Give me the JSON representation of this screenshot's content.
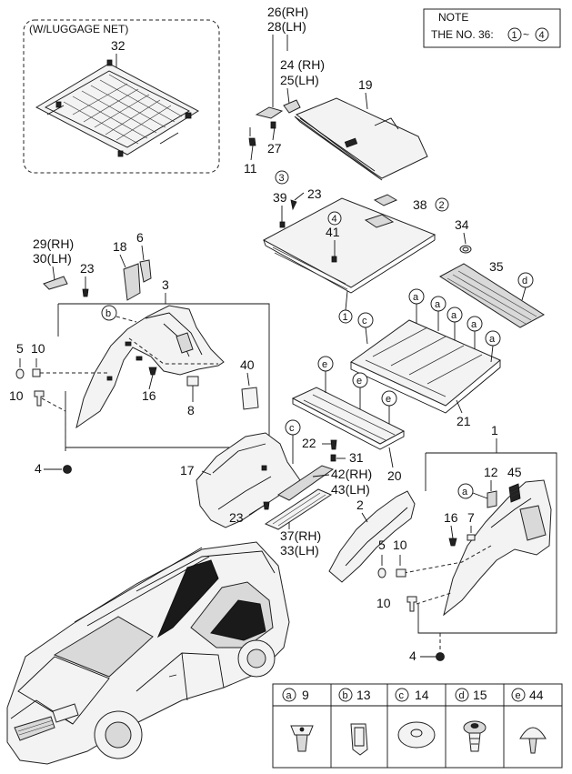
{
  "note": {
    "title": "NOTE",
    "text": "THE NO. 36:",
    "range_start": "1",
    "range_sep": "~",
    "range_end": "4"
  },
  "inset": {
    "label": "(W/LUGGAGE NET)"
  },
  "labels": {
    "p32": "32",
    "p26": "26(RH)",
    "p28": "28(LH)",
    "p24": "24 (RH)",
    "p25": "25(LH)",
    "p19": "19",
    "p27": "27",
    "p11": "11",
    "p39": "39",
    "p23a": "23",
    "p38": "38",
    "p41": "41",
    "p34": "34",
    "p35": "35",
    "p29": "29(RH)",
    "p30": "30(LH)",
    "p23b": "23",
    "p18": "18",
    "p6": "6",
    "p3": "3",
    "p5a": "5",
    "p10a": "10",
    "p10b": "10",
    "p16a": "16",
    "p8": "8",
    "p40": "40",
    "p4a": "4",
    "p21": "21",
    "p22": "22",
    "p31": "31",
    "p20": "20",
    "p17": "17",
    "p42": "42(RH)",
    "p43": "43(LH)",
    "p23c": "23",
    "p37": "37(RH)",
    "p33": "33(LH)",
    "p2": "2",
    "p1": "1",
    "p12": "12",
    "p45": "45",
    "p16b": "16",
    "p7": "7",
    "p5b": "5",
    "p10c": "10",
    "p10d": "10",
    "p4b": "4"
  },
  "callouts": {
    "c3": "3",
    "c2": "2",
    "c4": "4",
    "c1": "1",
    "a": "a",
    "b": "b",
    "c": "c",
    "d": "d",
    "e": "e"
  },
  "legend": [
    {
      "letter": "a",
      "part": "9"
    },
    {
      "letter": "b",
      "part": "13"
    },
    {
      "letter": "c",
      "part": "14"
    },
    {
      "letter": "d",
      "part": "15"
    },
    {
      "letter": "e",
      "part": "44"
    }
  ]
}
